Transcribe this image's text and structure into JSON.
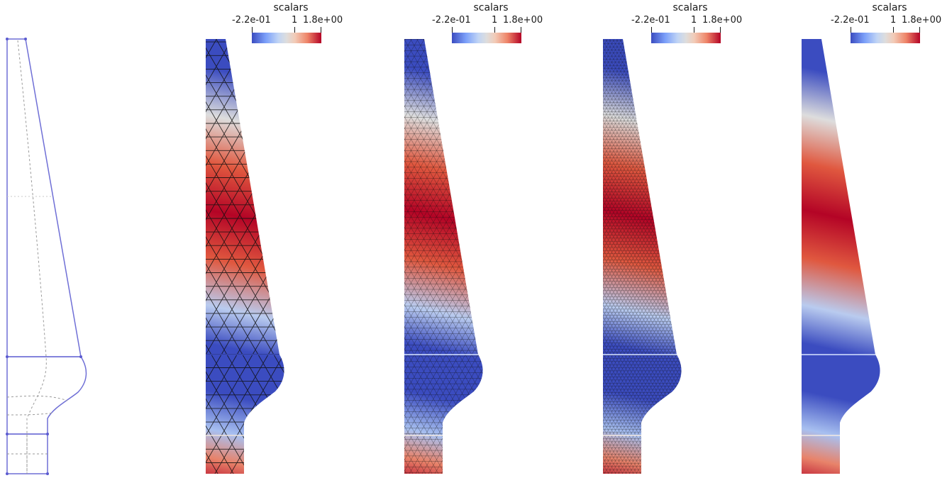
{
  "colorbar": {
    "title": "scalars",
    "min_label": "-2.2e-01",
    "mid_label": "1",
    "max_label": "1.8e+00"
  },
  "panels": [
    {
      "name": "geometry-outline",
      "kind": "outline"
    },
    {
      "name": "coarse-mesh",
      "kind": "mesh-coarse"
    },
    {
      "name": "medium-mesh",
      "kind": "mesh-medium"
    },
    {
      "name": "fine-mesh",
      "kind": "mesh-fine"
    },
    {
      "name": "smooth-field",
      "kind": "smooth"
    }
  ],
  "colors": {
    "low": "#3b4cc0",
    "mid": "#dddddd",
    "high": "#b40426",
    "outline": "#6f6fd6",
    "dashed": "#9a9a9a"
  }
}
